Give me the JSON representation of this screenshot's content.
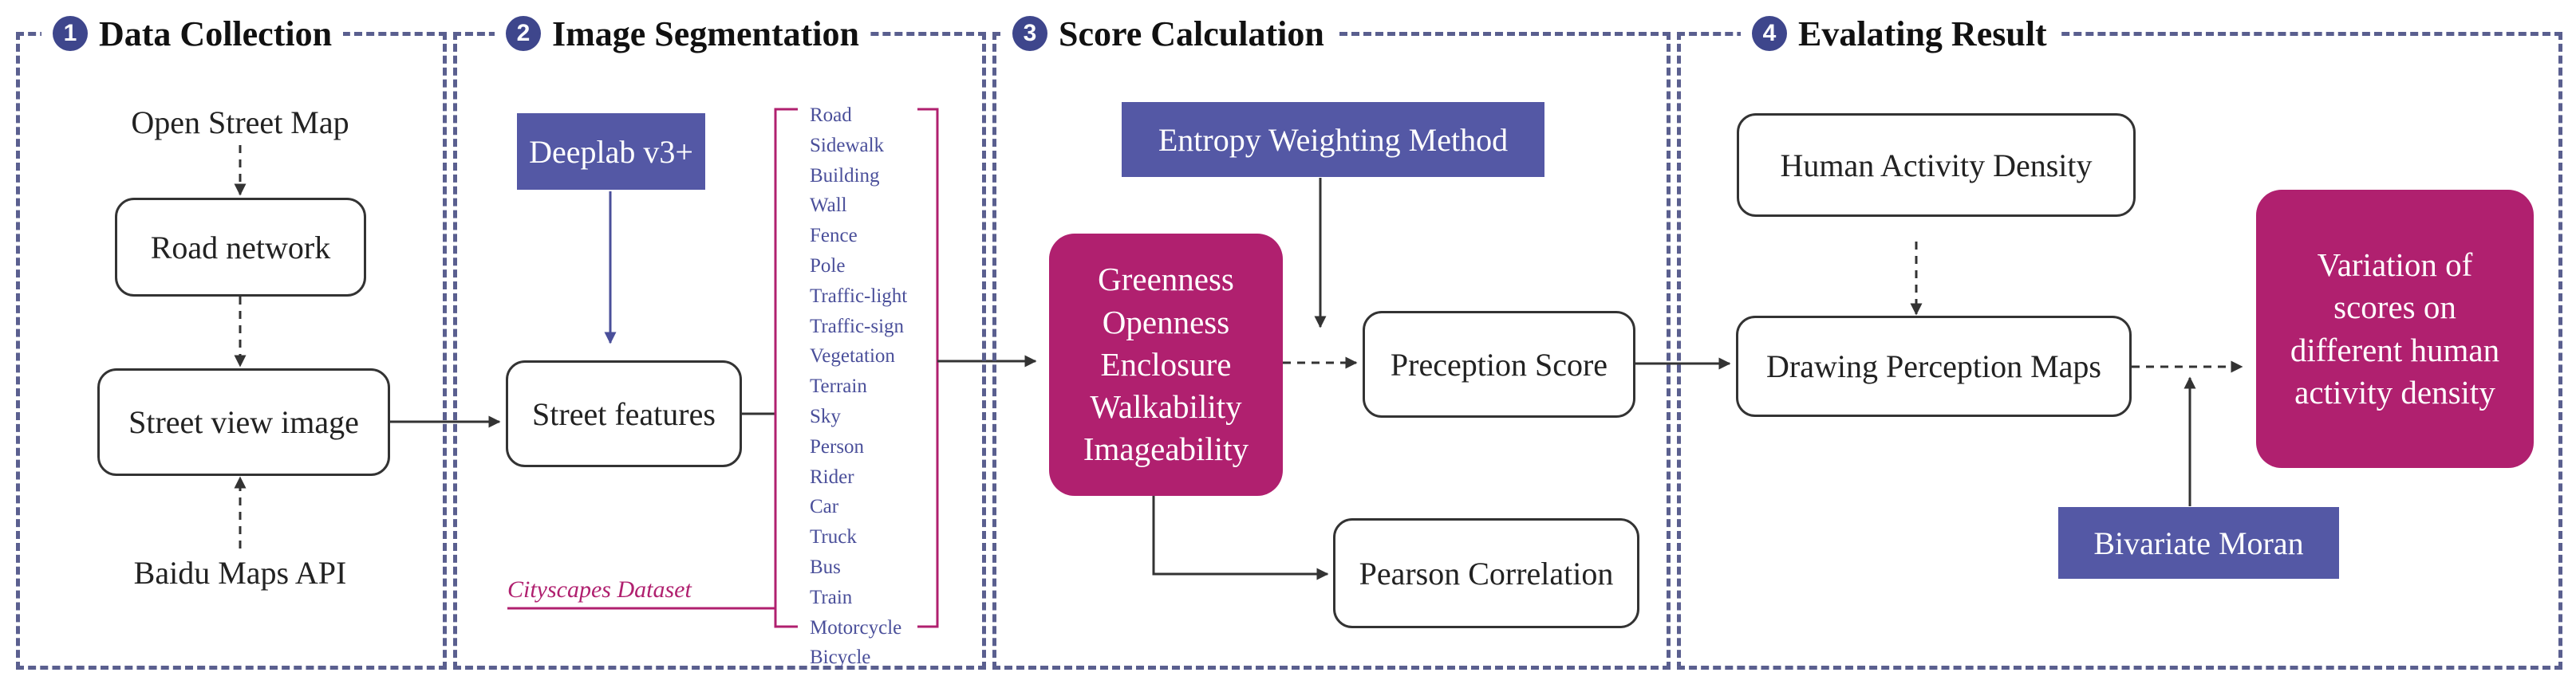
{
  "panels": [
    {
      "number": "1",
      "title": "Data Collection"
    },
    {
      "number": "2",
      "title": "Image Segmentation"
    },
    {
      "number": "3",
      "title": "Score Calculation"
    },
    {
      "number": "4",
      "title": "Evalating Result"
    }
  ],
  "data_collection": {
    "source_osm": "Open Street Map",
    "road_network": "Road network",
    "street_view_image": "Street view image",
    "source_baidu": "Baidu Maps API"
  },
  "image_segmentation": {
    "model": "Deeplab v3+",
    "street_features": "Street features",
    "dataset": "Cityscapes Dataset",
    "classes": [
      "Road",
      "Sidewalk",
      "Building",
      "Wall",
      "Fence",
      "Pole",
      "Traffic-light",
      "Traffic-sign",
      "Vegetation",
      "Terrain",
      "Sky",
      "Person",
      "Rider",
      "Car",
      "Truck",
      "Bus",
      "Train",
      "Motorcycle",
      "Bicycle"
    ]
  },
  "score_calculation": {
    "weighting": "Entropy Weighting Method",
    "indicators": [
      "Greenness",
      "Openness",
      "Enclosure",
      "Walkability",
      "Imageability"
    ],
    "perception_score": "Preception Score",
    "pearson": "Pearson Correlation"
  },
  "evaluating_result": {
    "human_activity": "Human Activity Density",
    "drawing_maps": "Drawing Perception Maps",
    "bivariate": "Bivariate Moran",
    "variation": [
      "Variation of",
      "scores on",
      "different human",
      "activity density"
    ]
  },
  "colors": {
    "panel_border": "#5a5f8f",
    "badge": "#3e468c",
    "blue_box": "#5458a5",
    "magenta_box": "#b0206f",
    "class_text": "#4a4f9a"
  }
}
